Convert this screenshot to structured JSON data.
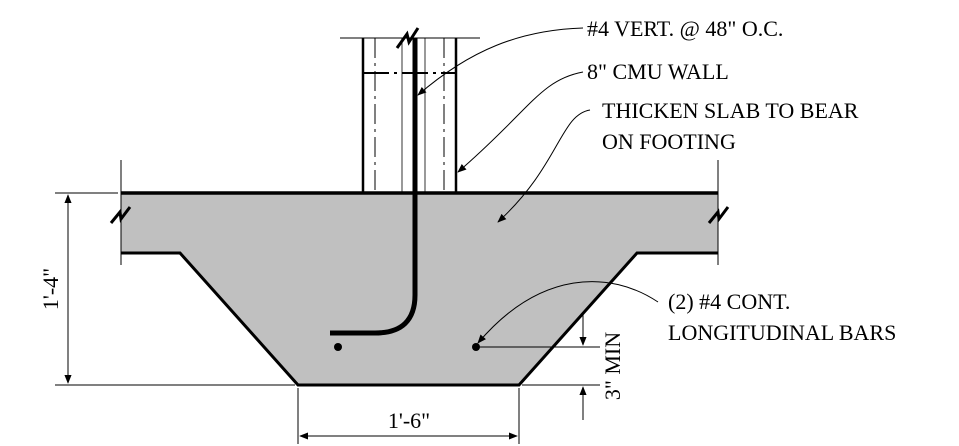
{
  "labels": {
    "vert_bar": "#4 VERT. @ 48\" O.C.",
    "cmu_wall": "8\" CMU WALL",
    "thicken_line1": "THICKEN SLAB TO BEAR",
    "thicken_line2": "ON FOOTING",
    "long_bars_line1": "(2) #4 CONT.",
    "long_bars_line2": "LONGITUDINAL BARS"
  },
  "dimensions": {
    "depth": "1'-4\"",
    "width": "1'-6\"",
    "cover": "3\" MIN"
  },
  "colors": {
    "concrete": "#c0c0c0",
    "line": "#000000",
    "background": "#ffffff"
  }
}
